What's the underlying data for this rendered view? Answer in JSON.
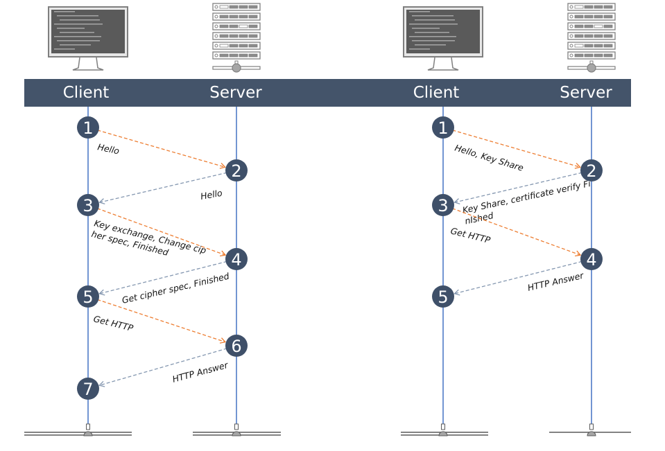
{
  "colors": {
    "header_band": "#44546a",
    "step_circle": "#3f5069",
    "lifeline": "#4472c4",
    "request_arrow": "#ed7d31",
    "response_arrow": "#8497b0",
    "icon_gray": "#595959"
  },
  "panels": [
    {
      "id": "tls12",
      "client_label": "Client",
      "server_label": "Server",
      "client_icon": "monitor-icon",
      "server_icon": "server-rack-icon",
      "steps": [
        {
          "num": "1",
          "side": "client"
        },
        {
          "num": "2",
          "side": "server"
        },
        {
          "num": "3",
          "side": "client"
        },
        {
          "num": "4",
          "side": "server"
        },
        {
          "num": "5",
          "side": "client"
        },
        {
          "num": "6",
          "side": "server"
        },
        {
          "num": "7",
          "side": "client"
        }
      ],
      "messages": [
        {
          "from": "1",
          "to": "2",
          "direction": "request",
          "label": [
            "Hello"
          ]
        },
        {
          "from": "2",
          "to": "3",
          "direction": "response",
          "label": [
            "Hello"
          ]
        },
        {
          "from": "3",
          "to": "4",
          "direction": "request",
          "label": [
            "Key exchange, Change cip",
            "her spec, Finished"
          ]
        },
        {
          "from": "4",
          "to": "5",
          "direction": "response",
          "label": [
            "Get cipher spec, Finished"
          ]
        },
        {
          "from": "5",
          "to": "6",
          "direction": "request",
          "label": [
            "Get HTTP"
          ]
        },
        {
          "from": "6",
          "to": "7",
          "direction": "response",
          "label": [
            "HTTP Answer"
          ]
        }
      ]
    },
    {
      "id": "tls13",
      "client_label": "Client",
      "server_label": "Server",
      "client_icon": "monitor-icon",
      "server_icon": "server-rack-icon",
      "steps": [
        {
          "num": "1",
          "side": "client"
        },
        {
          "num": "2",
          "side": "server"
        },
        {
          "num": "3",
          "side": "client"
        },
        {
          "num": "4",
          "side": "server"
        },
        {
          "num": "5",
          "side": "client"
        }
      ],
      "messages": [
        {
          "from": "1",
          "to": "2",
          "direction": "request",
          "label": [
            "Hello, Key Share"
          ]
        },
        {
          "from": "2",
          "to": "3",
          "direction": "response",
          "label": [
            "Key Share, certificate verify Fi",
            "nIshed"
          ]
        },
        {
          "from": "3",
          "to": "4",
          "direction": "request",
          "label": [
            "Get HTTP"
          ]
        },
        {
          "from": "4",
          "to": "5",
          "direction": "response",
          "label": [
            "HTTP Answer"
          ]
        }
      ]
    }
  ]
}
